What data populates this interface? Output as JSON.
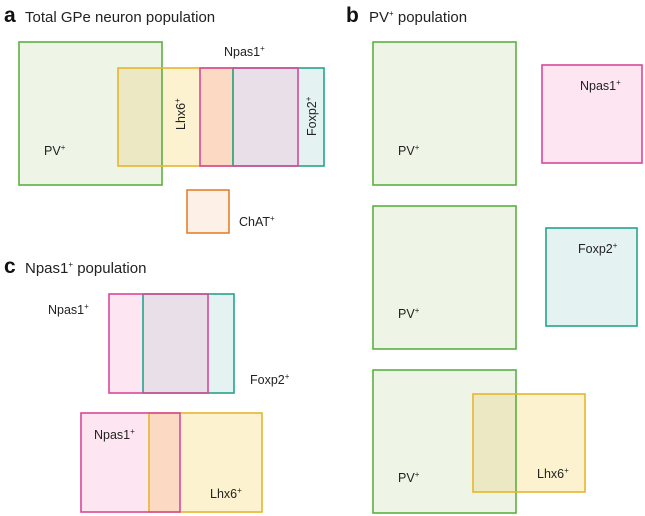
{
  "colors": {
    "pv_stroke": "#5bb041",
    "pv_fill": "#eff5e6",
    "lhx6_stroke": "#e7b62c",
    "lhx6_fill": "#fdf2cf",
    "npas1_stroke": "#d9489a",
    "npas1_fill": "#fde6f1",
    "foxp2_stroke": "#23a58c",
    "foxp2_fill": "#e4f3f1",
    "chat_stroke": "#e2812e",
    "chat_fill": "#fdf0e6",
    "pv_lhx6_overlap": "#ede8c4",
    "lhx6_npas1_overlap": "#fbd9c2",
    "npas1_foxp2_overlap": "#e8dfe8"
  },
  "panels": {
    "a": {
      "letter": "a",
      "title": "Total GPe neuron population"
    },
    "b": {
      "letter": "b",
      "title_main": "PV",
      "title_sup": "+",
      "title_rest": " population"
    },
    "c": {
      "letter": "c",
      "title_main": "Npas1",
      "title_sup": "+",
      "title_rest": " population"
    }
  },
  "labels": {
    "a": {
      "npas1": {
        "main": "Npas1",
        "sup": "+"
      },
      "pv": {
        "main": "PV",
        "sup": "+"
      },
      "lhx6": {
        "main": "Lhx6",
        "sup": "+"
      },
      "foxp2": {
        "main": "Foxp2",
        "sup": "+"
      },
      "chat": {
        "main": "ChAT",
        "sup": "+"
      }
    },
    "b": {
      "pv1": {
        "main": "PV",
        "sup": "+"
      },
      "npas1": {
        "main": "Npas1",
        "sup": "+"
      },
      "pv2": {
        "main": "PV",
        "sup": "+"
      },
      "foxp2": {
        "main": "Foxp2",
        "sup": "+"
      },
      "pv3": {
        "main": "PV",
        "sup": "+"
      },
      "lhx6": {
        "main": "Lhx6",
        "sup": "+"
      }
    },
    "c": {
      "npas1a": {
        "main": "Npas1",
        "sup": "+"
      },
      "foxp2": {
        "main": "Foxp2",
        "sup": "+"
      },
      "npas1b": {
        "main": "Npas1",
        "sup": "+"
      },
      "lhx6": {
        "main": "Lhx6",
        "sup": "+"
      }
    }
  }
}
